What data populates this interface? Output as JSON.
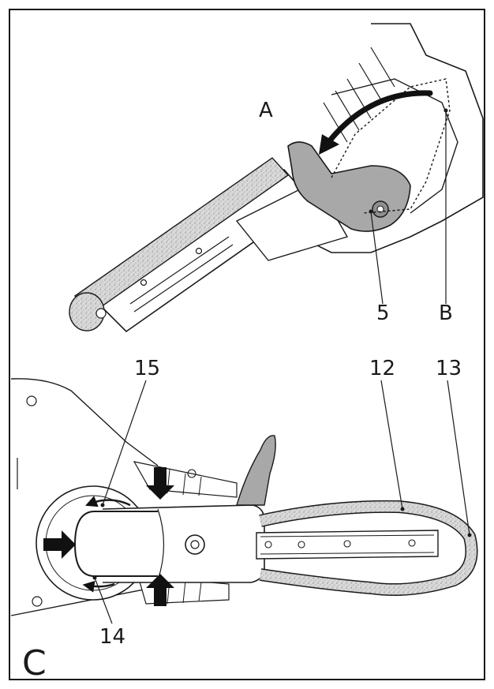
{
  "figure_top": {
    "labels": {
      "A": "A",
      "B": "B",
      "part_5": "5"
    }
  },
  "figure_bottom": {
    "labels": {
      "part_12": "12",
      "part_13": "13",
      "part_14": "14",
      "part_15": "15",
      "C": "C"
    }
  },
  "colors": {
    "ink": "#1a1a1a",
    "belt": "#d4d4d4",
    "lever": "#a8a8a8",
    "arrow": "#111111",
    "paper": "#ffffff"
  }
}
